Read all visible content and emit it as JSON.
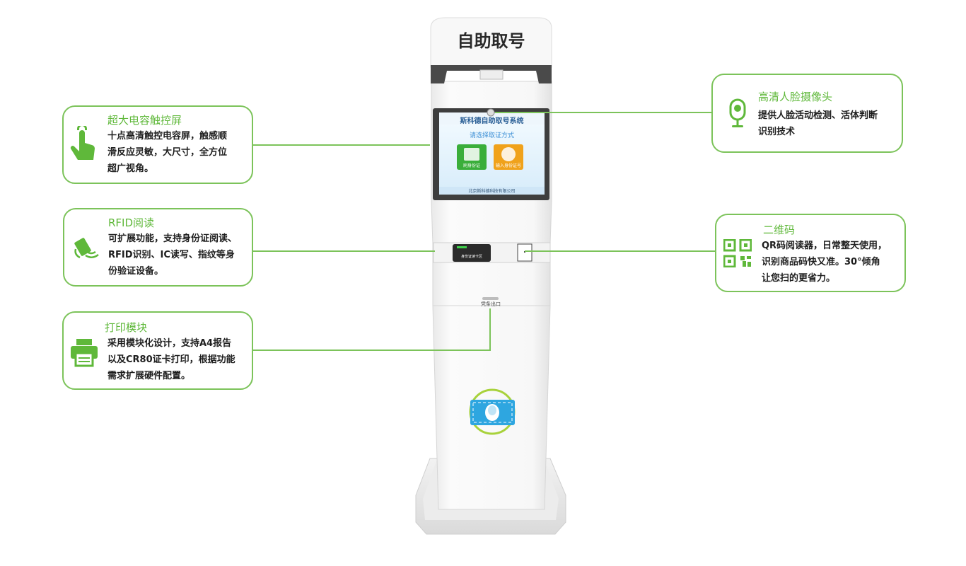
{
  "kiosk": {
    "header_title": "自助取号",
    "screen_title": "斯科德自助取号系统",
    "screen_prompt": "请选择取证方式",
    "screen_option_1": "刷身份证",
    "screen_option_2": "输入身份证号",
    "screen_footer": "北京斯科德科技有限公司",
    "reader_label": "身份证读卡区",
    "slot_label": "凭条出口"
  },
  "features": {
    "touchscreen": {
      "title": "超大电容触控屏",
      "lines": [
        "十点高清触控电容屏，触感顺",
        "滑反应灵敏，大尺寸，全方位",
        "超广视角。"
      ]
    },
    "rfid": {
      "title": "RFID阅读",
      "lines": [
        "可扩展功能，支持身份证阅读、",
        "RFID识别、IC读写、指纹等身",
        "份验证设备。"
      ]
    },
    "printer": {
      "title": "打印模块",
      "lines": [
        "采用模块化设计，支持A4报告",
        "以及CR80证卡打印，根据功能",
        "需求扩展硬件配置。"
      ]
    },
    "camera": {
      "title": "高清人脸摄像头",
      "lines": [
        "提供人脸活动检测、活体判断",
        "识别技术"
      ]
    },
    "qrcode": {
      "title": "二维码",
      "lines": [
        "QR码阅读器，日常整天使用，",
        "识别商品码快又准。30°倾角",
        "让您扫的更省力。"
      ]
    }
  },
  "colors": {
    "accent_green": "#7cc35a",
    "title_green": "#5fb83a",
    "screen_blue": "#3c8fd6",
    "screen_option_green": "#3aae3a",
    "screen_option_orange": "#f0a21b",
    "face_badge_blue": "#2ea6e0"
  }
}
